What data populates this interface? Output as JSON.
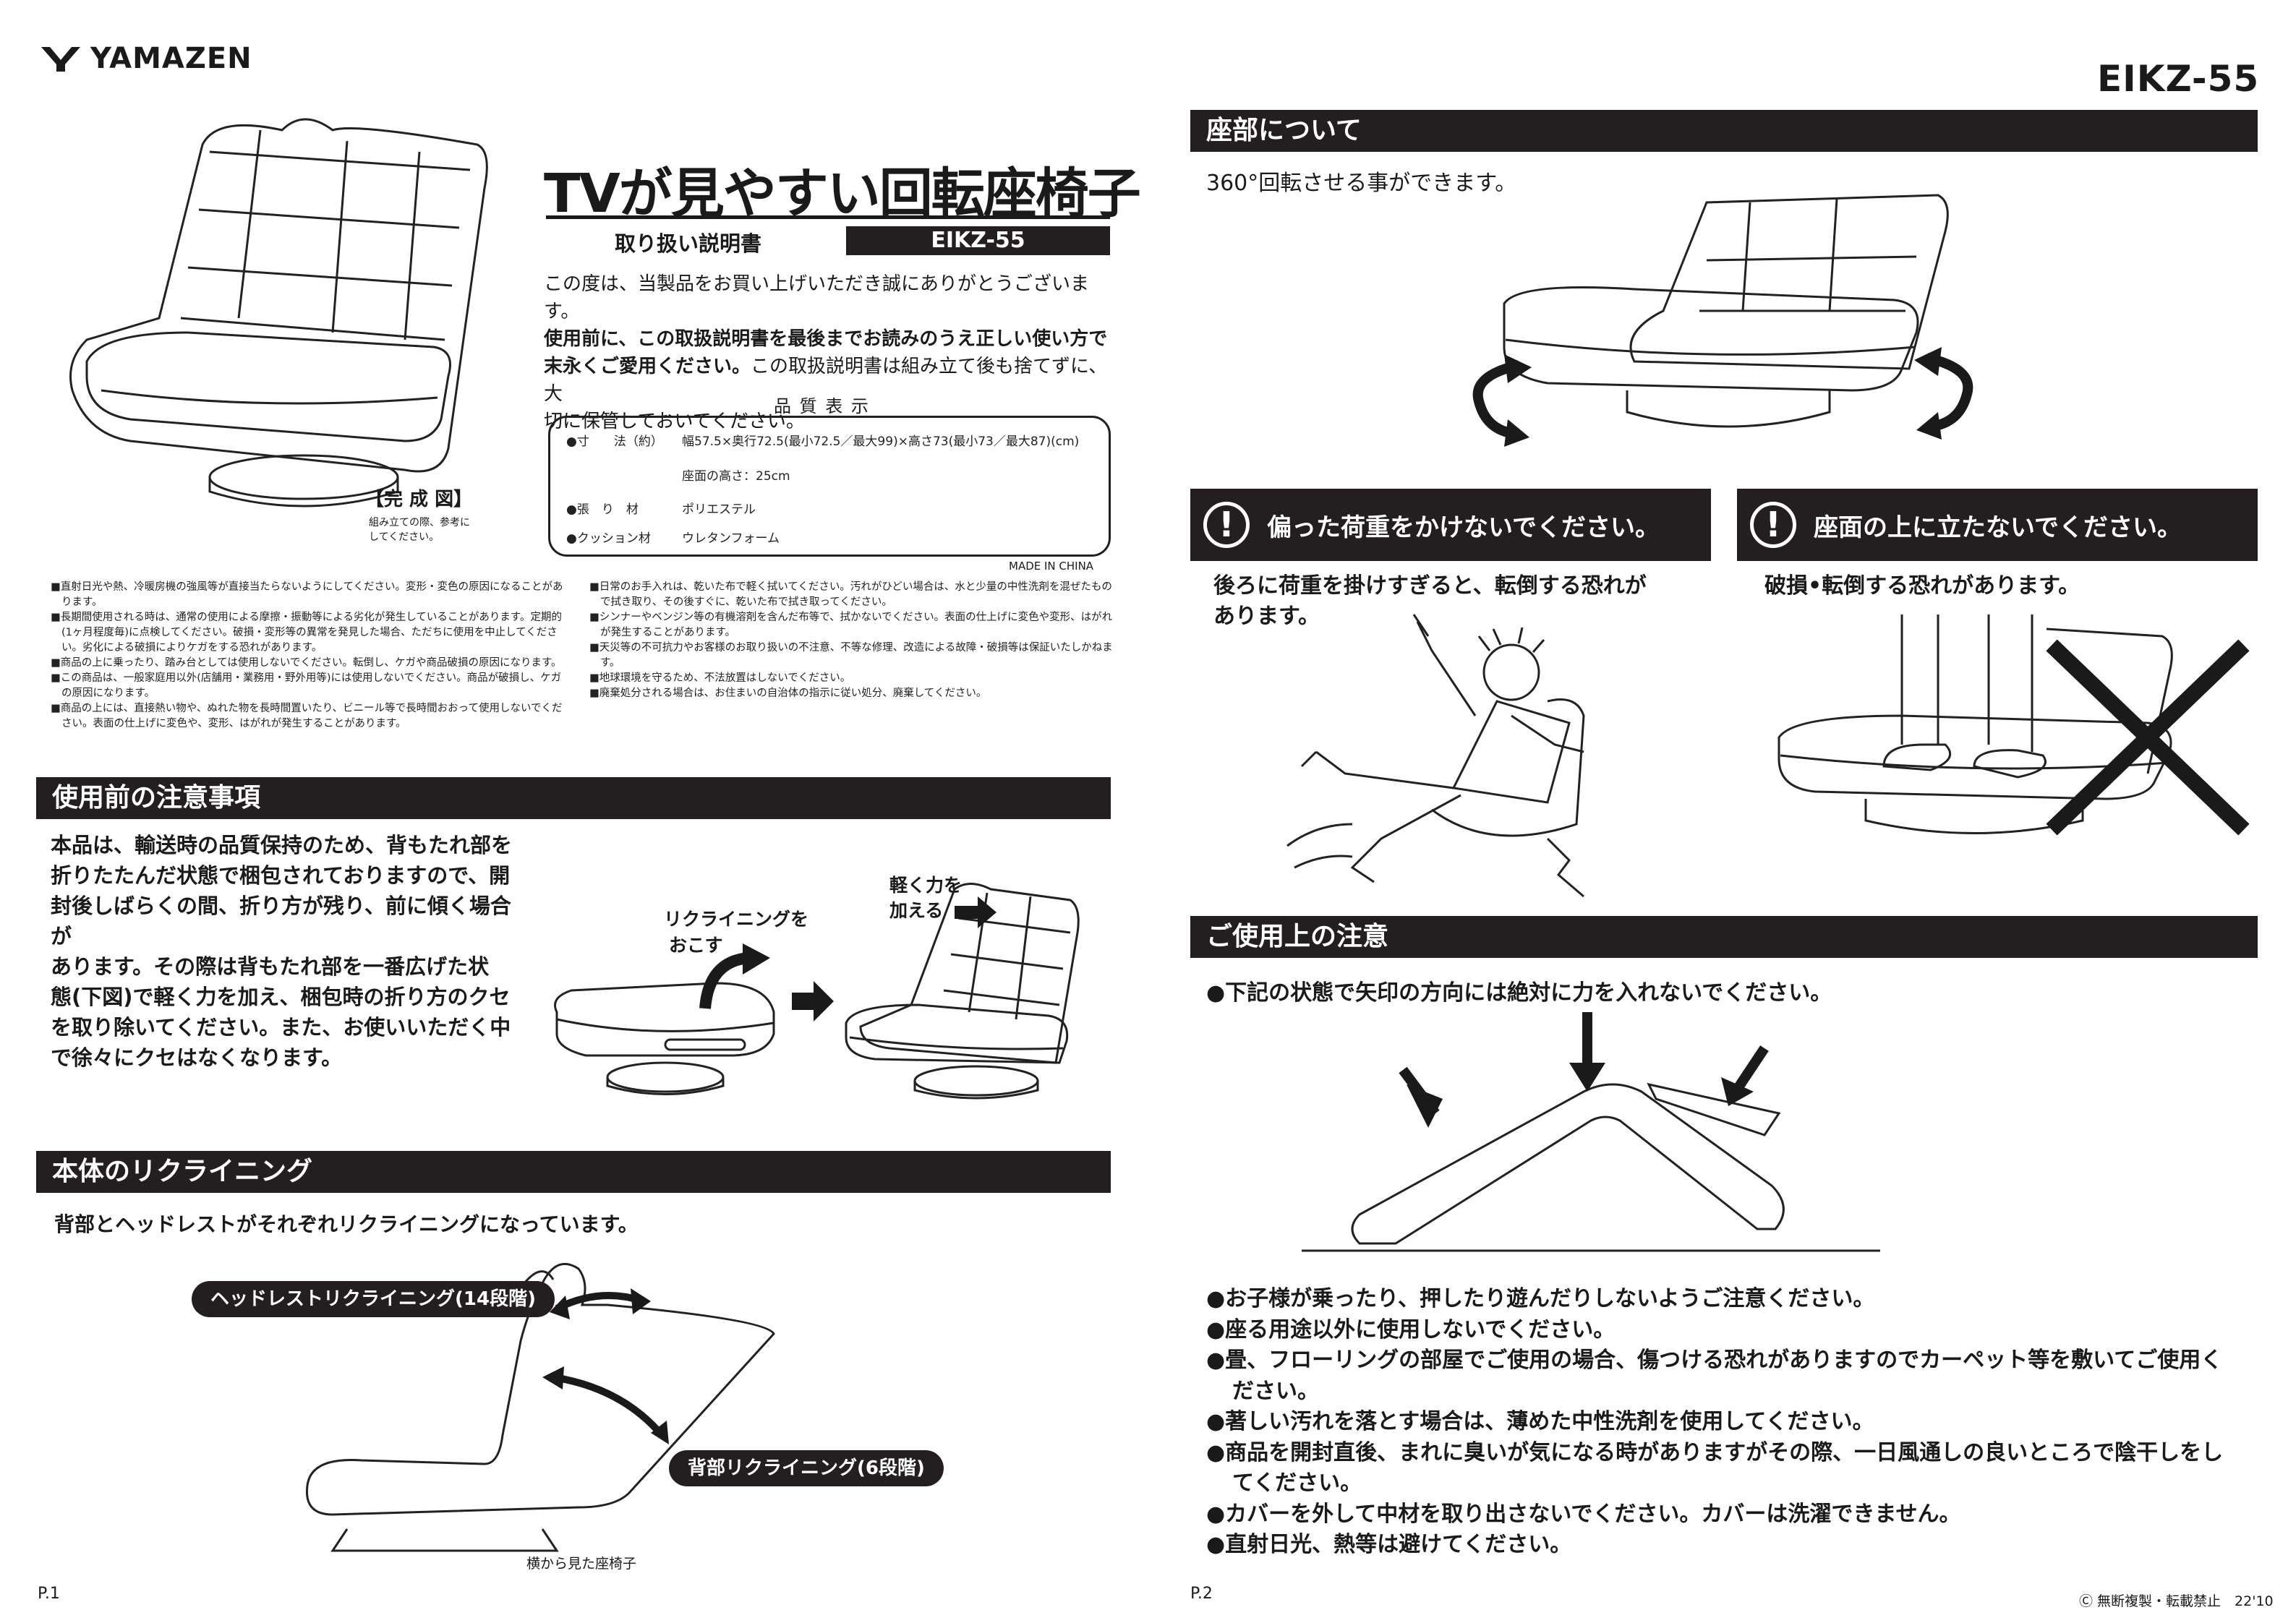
{
  "header": {
    "brand": "YAMAZEN",
    "model_top": "EIKZ-55"
  },
  "title": {
    "main": "TVが見やすい回転座椅子",
    "subtitle": "取り扱い説明書",
    "model": "EIKZ-55"
  },
  "intro": {
    "line1": "この度は、当製品をお買い上げいただき誠にありがとうございます。",
    "line2_bold": "使用前に、この取扱説明書を最後までお読みのうえ正しい使い方で",
    "line3_bold": "末永くご愛用ください。",
    "line3_rest": "この取扱説明書は組み立て後も捨てずに、大",
    "line4": "切に保管しておいてください。"
  },
  "quality": {
    "heading": "品 質 表 示",
    "size_label": "●寸　　法（約）",
    "size_value": "幅57.5×奥行72.5(最小72.5／最大99)×高さ73(最小73／最大87)(cm)",
    "seat_height": "座面の高さ：25cm",
    "fabric_label": "●張　り　材",
    "fabric_value": "ポリエステル",
    "cushion_label": "●クッション材",
    "cushion_value": "ウレタンフォーム",
    "origin": "MADE IN CHINA"
  },
  "completed_figure": {
    "label": "【完 成 図】",
    "note1": "組み立ての際、参考に",
    "note2": "してください。"
  },
  "fine_print_left": [
    "■直射日光や熱、冷暖房機の強風等が直接当たらないようにしてください。変形・変色の原因になることがあります。",
    "■長期間使用される時は、通常の使用による摩擦・振動等による劣化が発生していることがあります。定期的(1ヶ月程度毎)に点検してください。破損・変形等の異常を発見した場合、ただちに使用を中止してください。劣化による破損によりケガをする恐れがあります。",
    "■商品の上に乗ったり、踏み台としては使用しないでください。転倒し、ケガや商品破損の原因になります。",
    "■この商品は、一般家庭用以外(店舗用・業務用・野外用等)には使用しないでください。商品が破損し、ケガの原因になります。",
    "■商品の上には、直接熱い物や、ぬれた物を長時間置いたり、ビニール等で長時間おおって使用しないでください。表面の仕上げに変色や、変形、はがれが発生することがあります。"
  ],
  "fine_print_right": [
    "■日常のお手入れは、乾いた布で軽く拭いてください。汚れがひどい場合は、水と少量の中性洗剤を混ぜたもので拭き取り、その後すぐに、乾いた布で拭き取ってください。",
    "■シンナーやベンジン等の有機溶剤を含んだ布等で、拭かないでください。表面の仕上げに変色や変形、はがれが発生することがあります。",
    "■天災等の不可抗力やお客様のお取り扱いの不注意、不等な修理、改造による故障・破損等は保証いたしかねます。",
    "■地球環境を守るため、不法放置はしないでください。",
    "■廃棄処分される場合は、お住まいの自治体の指示に従い処分、廃棄してください。"
  ],
  "before_use": {
    "heading": "使用前の注意事項",
    "lines": [
      "本品は、輸送時の品質保持のため、背もたれ部を",
      "折りたたんだ状態で梱包されておりますので、開",
      "封後しばらくの間、折り方が残り、前に傾く場合が",
      "あります。その際は背もたれ部を一番広げた状",
      "態(下図)で軽く力を加え、梱包時の折り方のクセ",
      "を取り除いてください。また、お使いいただく中",
      "で徐々にクセはなくなります。"
    ],
    "label_recline1": "リクライニングを",
    "label_recline2": "おこす",
    "label_push1": "軽く力を",
    "label_push2": "加える"
  },
  "reclining": {
    "heading": "本体のリクライニング",
    "desc": "背部とヘッドレストがそれぞれリクライニングになっています。",
    "headrest": "ヘッドレストリクライニング(14段階)",
    "back": "背部リクライニング(6段階)",
    "side_caption": "横から見た座椅子"
  },
  "seat": {
    "heading": "座部について",
    "desc": "360°回転させる事ができます。"
  },
  "warn_left": {
    "title": "偏った荷重をかけないでください。",
    "line1": "後ろに荷重を掛けすぎると、転倒する恐れが",
    "line2": "あります。"
  },
  "warn_right": {
    "title": "座面の上に立たないでください。",
    "line1": "破損•転倒する恐れがあります。"
  },
  "usage": {
    "heading": "ご使用上の注意",
    "top_note": "●下記の状態で矢印の方向には絶対に力を入れないでください。",
    "notes": [
      "●お子様が乗ったり、押したり遊んだりしないようご注意ください。",
      "●座る用途以外に使用しないでください。",
      "●畳、フローリングの部屋でご使用の場合、傷つける恐れがありますのでカーペット等を敷いてご使用ください。",
      "●著しい汚れを落とす場合は、薄めた中性洗剤を使用してください。",
      "●商品を開封直後、まれに臭いが気になる時がありますがその際、一日風通しの良いところで陰干しをしてください。",
      "●カバーを外して中材を取り出さないでください。カバーは洗濯できません。",
      "●直射日光、熱等は避けてください。"
    ]
  },
  "footer": {
    "page_left": "P.1",
    "page_right": "P.2",
    "copyright": "Ⓒ 無断複製・転載禁止　22'10"
  }
}
